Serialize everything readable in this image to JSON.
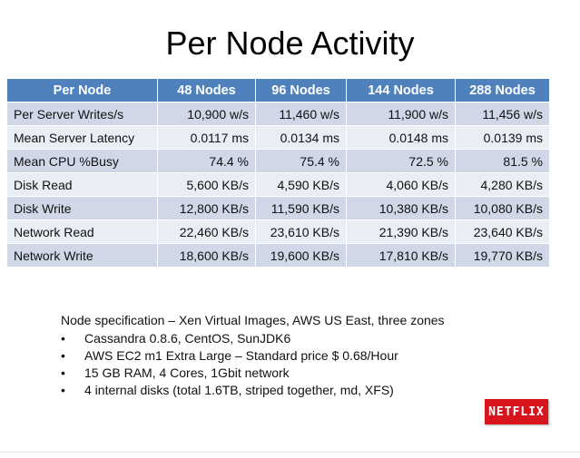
{
  "title": "Per Node Activity",
  "table": {
    "headers": [
      "Per Node",
      "48 Nodes",
      "96 Nodes",
      "144 Nodes",
      "288 Nodes"
    ],
    "rows": [
      [
        "Per Server Writes/s",
        "10,900 w/s",
        "11,460 w/s",
        "11,900 w/s",
        "11,456 w/s"
      ],
      [
        "Mean Server Latency",
        "0.0117 ms",
        "0.0134 ms",
        "0.0148 ms",
        "0.0139 ms"
      ],
      [
        "Mean CPU %Busy",
        "74.4 %",
        "75.4 %",
        "72.5 %",
        "81.5 %"
      ],
      [
        "Disk Read",
        "5,600 KB/s",
        "4,590 KB/s",
        "4,060 KB/s",
        "4,280 KB/s"
      ],
      [
        "Disk Write",
        "12,800 KB/s",
        "11,590 KB/s",
        "10,380 KB/s",
        "10,080 KB/s"
      ],
      [
        "Network Read",
        "22,460 KB/s",
        "23,610 KB/s",
        "21,390 KB/s",
        "23,640 KB/s"
      ],
      [
        "Network Write",
        "18,600 KB/s",
        "19,600 KB/s",
        "17,810 KB/s",
        "19,770 KB/s"
      ]
    ]
  },
  "spec": {
    "heading": "Node specification – Xen Virtual Images, AWS US East, three zones",
    "bullets": [
      "Cassandra 0.8.6, CentOS, SunJDK6",
      "AWS EC2 m1 Extra Large – Standard price $ 0.68/Hour",
      "15 GB RAM, 4 Cores, 1Gbit network",
      "4 internal disks (total 1.6TB, striped together, md, XFS)"
    ],
    "bullet_glyph": "•"
  },
  "logo": {
    "text": "NETFLIX",
    "color": "#d8141c"
  },
  "colors": {
    "header": "#4f81bd",
    "row_odd": "#d0d8e8",
    "row_even": "#e9edf4"
  }
}
